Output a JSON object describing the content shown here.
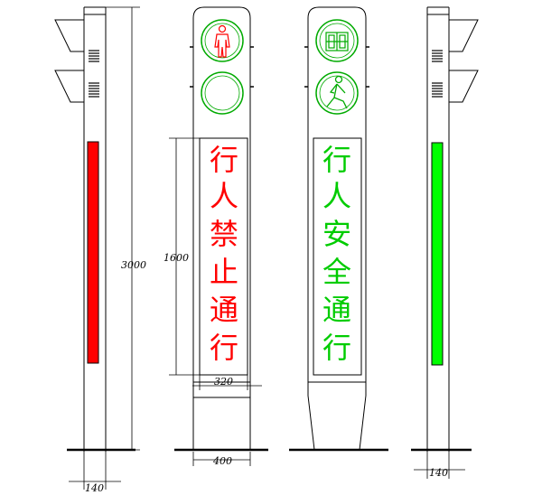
{
  "diagram": {
    "dimensions": {
      "total_height": "3000",
      "panel_height": "1600",
      "panel_width": "320",
      "body_width": "400",
      "pole_left_width": "140",
      "pole_right_width": "140"
    },
    "panel_stop": {
      "chars": [
        "行",
        "人",
        "禁",
        "止",
        "通",
        "行"
      ],
      "color": "#ff0000"
    },
    "panel_go": {
      "chars": [
        "行",
        "人",
        "安",
        "全",
        "通",
        "行"
      ],
      "color": "#00cc00"
    },
    "colors": {
      "red_bar": "#ff0000",
      "green_bar": "#00ff00",
      "signal_green": "#00aa00",
      "line": "#000000"
    },
    "icons": {
      "stop_signal": "standing-person-icon",
      "go_signal": "walking-person-icon",
      "countdown": "countdown-box-icon"
    }
  }
}
